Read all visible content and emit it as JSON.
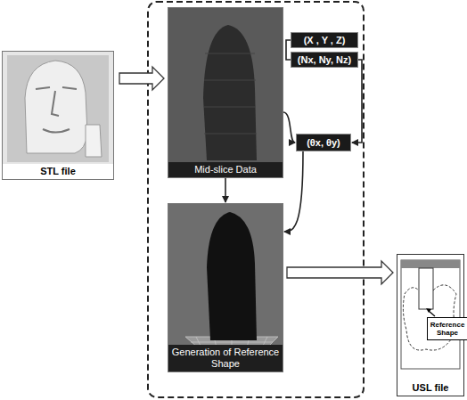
{
  "diagram": {
    "nodes": [
      {
        "text": [
          "STL file"
        ]
      },
      {
        "text": [
          "Mid-slice Data"
        ]
      },
      {
        "text": [
          "(X , Y , Z)"
        ]
      },
      {
        "text": [
          "(Nx, Ny, Nz)"
        ]
      },
      {
        "text": [
          "(θx, θy)"
        ]
      },
      {
        "text": [
          "Generation of Reference Shape"
        ]
      },
      {
        "text": [
          "USL file"
        ]
      },
      {
        "text": [
          "Reference Shape"
        ],
        "in": 6
      }
    ],
    "edges": [
      {
        "from": 0,
        "to": 1,
        "arrow": "to"
      },
      {
        "from": 1,
        "to": 5,
        "arrow": "to"
      },
      {
        "from": 1,
        "to": 4,
        "arrow": "to"
      },
      {
        "from": 2,
        "to": 3,
        "arrow": "none"
      },
      {
        "from": 3,
        "to": 4,
        "arrow": "to"
      },
      {
        "from": 4,
        "to": 5,
        "arrow": "to"
      },
      {
        "from": 5,
        "to": 6,
        "arrow": "to"
      }
    ]
  }
}
